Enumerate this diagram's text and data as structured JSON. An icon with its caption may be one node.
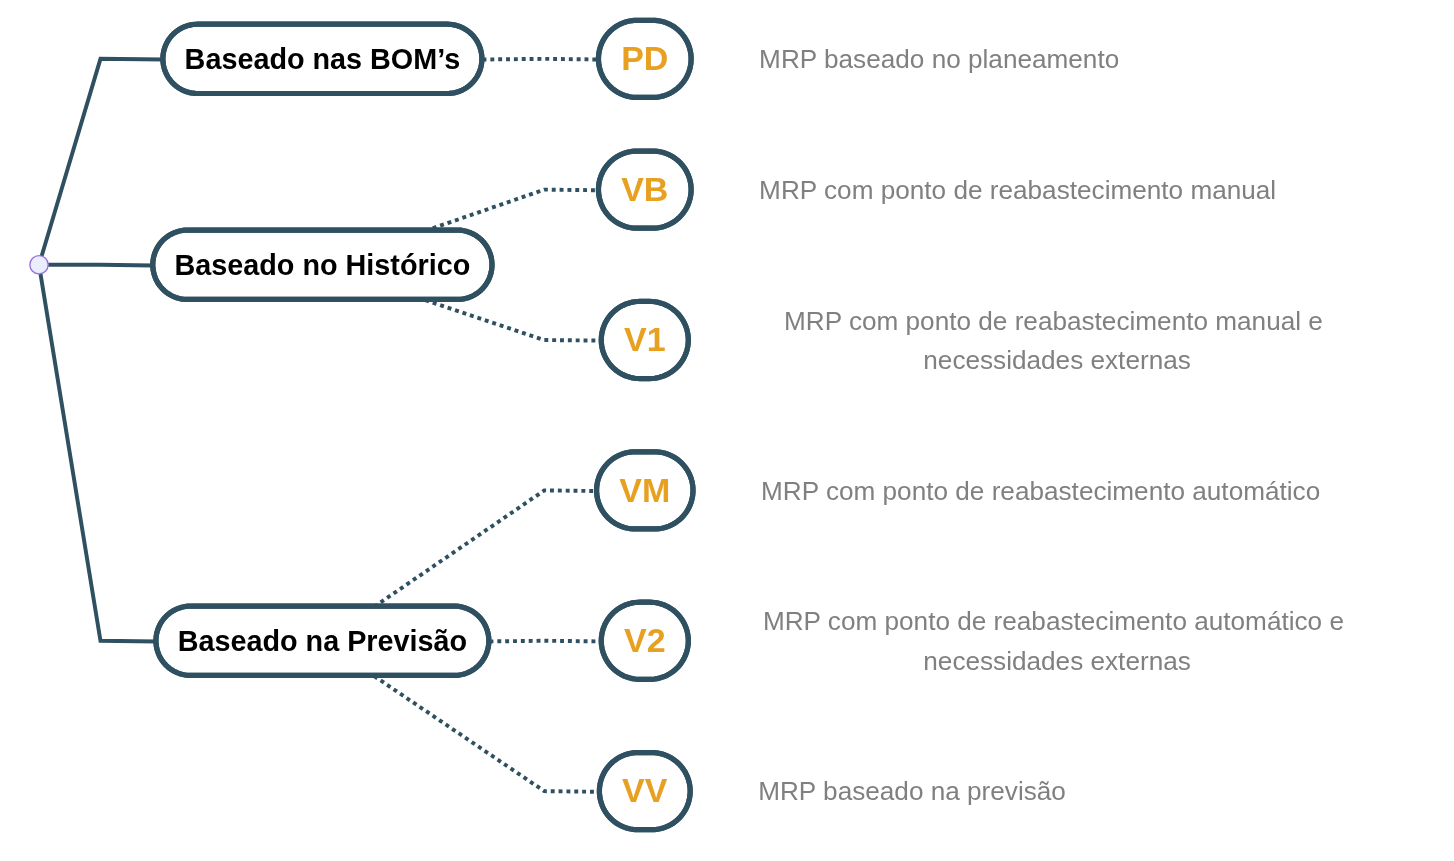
{
  "diagram": {
    "nodes": [
      {
        "text": [
          "Baseado nas BOM’s"
        ]
      },
      {
        "text": [
          "PD"
        ],
        "beside": [
          "MRP baseado no planeamento"
        ]
      },
      {
        "text": [
          "Baseado no Histórico"
        ]
      },
      {
        "text": [
          "VB"
        ],
        "beside": [
          "MRP com ponto de reabastecimento manual"
        ]
      },
      {
        "text": [
          "V1"
        ],
        "beside": [
          "MRP com ponto de reabastecimento manual e necessidades externas"
        ]
      },
      {
        "text": [
          "Baseado na Previsão"
        ]
      },
      {
        "text": [
          "VM"
        ],
        "beside": [
          "MRP com ponto de reabastecimento automático"
        ]
      },
      {
        "text": [
          "V2"
        ],
        "beside": [
          "MRP com ponto de reabastecimento automático e necessidades externas"
        ]
      },
      {
        "text": [
          "VV"
        ],
        "beside": [
          "MRP baseado na previsão"
        ]
      }
    ],
    "edges": [
      {
        "from": null,
        "to": 0,
        "arrow": "none"
      },
      {
        "from": null,
        "to": 2,
        "arrow": "none"
      },
      {
        "from": null,
        "to": 5,
        "arrow": "none"
      },
      {
        "from": 0,
        "to": 1,
        "arrow": "none",
        "style": "dashed"
      },
      {
        "from": 2,
        "to": 3,
        "arrow": "none",
        "style": "dashed"
      },
      {
        "from": 2,
        "to": 4,
        "arrow": "none",
        "style": "dashed"
      },
      {
        "from": 5,
        "to": 6,
        "arrow": "none",
        "style": "dashed"
      },
      {
        "from": 5,
        "to": 7,
        "arrow": "none",
        "style": "dashed"
      },
      {
        "from": 5,
        "to": 8,
        "arrow": "none",
        "style": "dashed"
      }
    ]
  }
}
